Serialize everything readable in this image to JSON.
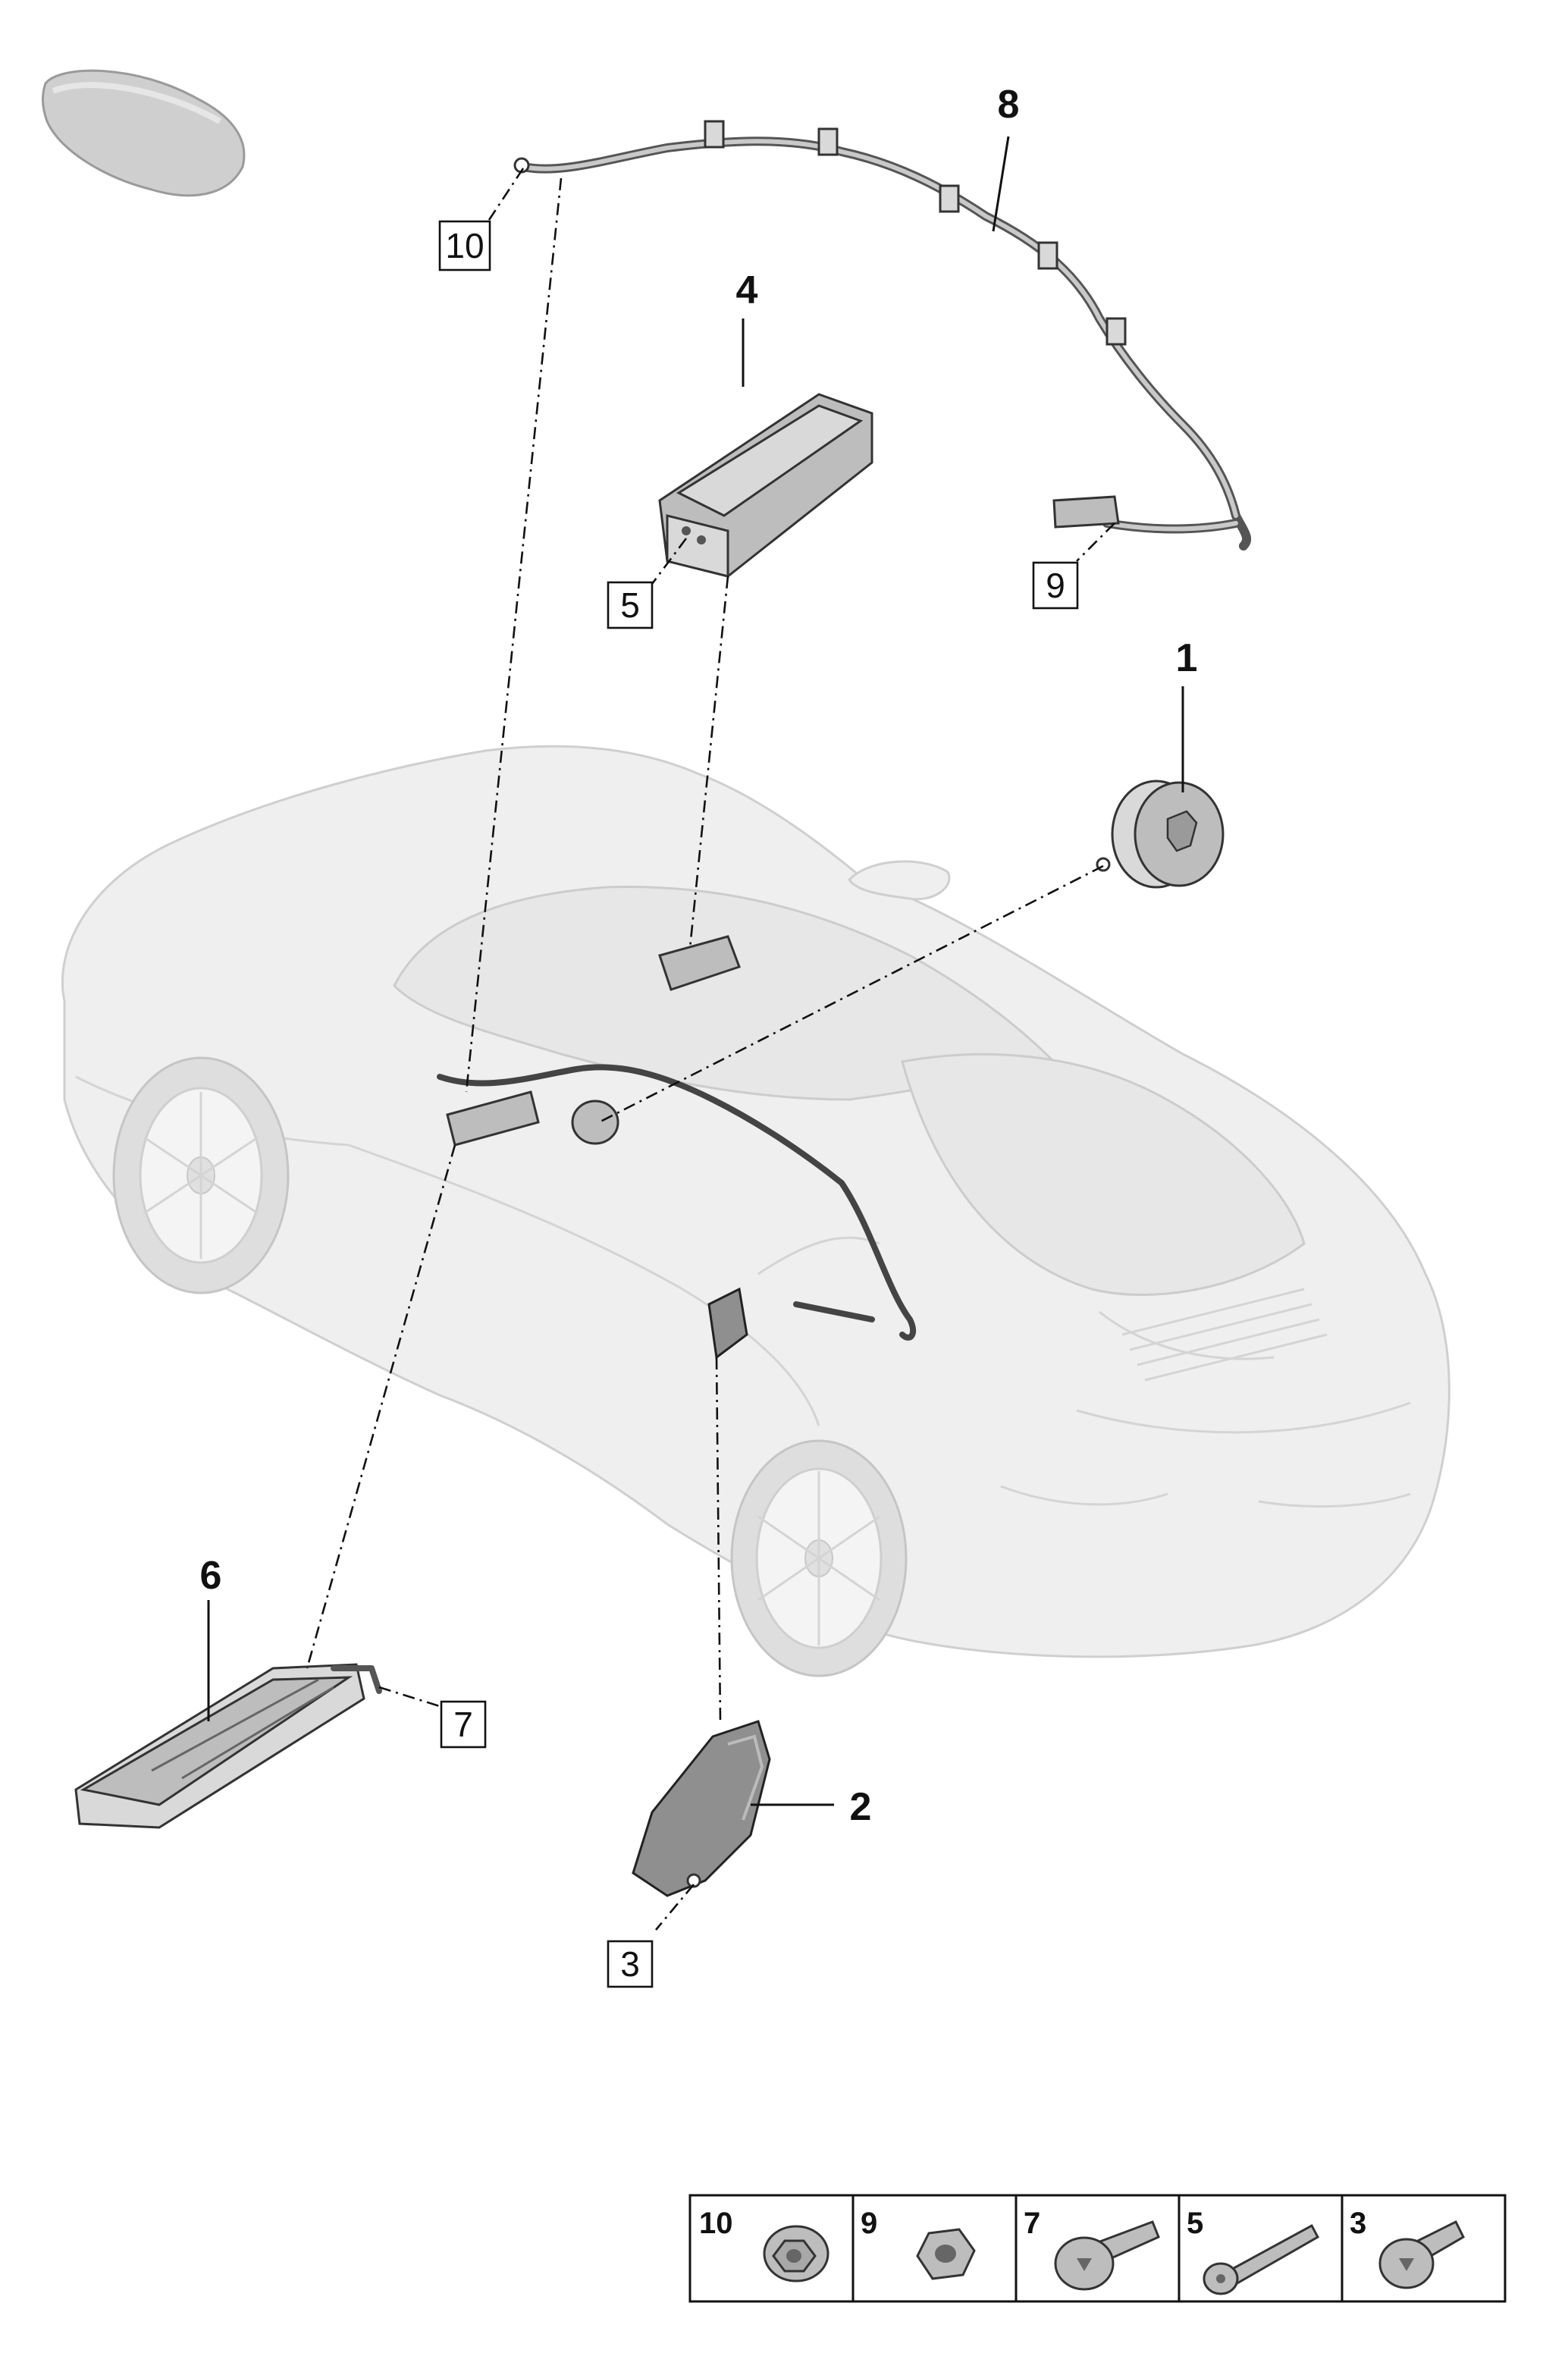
{
  "callouts": {
    "c1": "1",
    "c2": "2",
    "c4": "4",
    "c6": "6",
    "c8": "8"
  },
  "boxed_labels": {
    "b3": "3",
    "b5": "5",
    "b7": "7",
    "b9": "9",
    "b10": "10"
  },
  "fastener_table": [
    {
      "label": "10",
      "icon": "nut-with-flange-icon"
    },
    {
      "label": "9",
      "icon": "hex-nut-icon"
    },
    {
      "label": "7",
      "icon": "torx-screw-icon"
    },
    {
      "label": "5",
      "icon": "long-bolt-icon"
    },
    {
      "label": "3",
      "icon": "torx-bolt-icon"
    }
  ],
  "colors": {
    "line": "#111111",
    "part_fill": "#bdbdbd",
    "car_fill": "#efefef"
  }
}
